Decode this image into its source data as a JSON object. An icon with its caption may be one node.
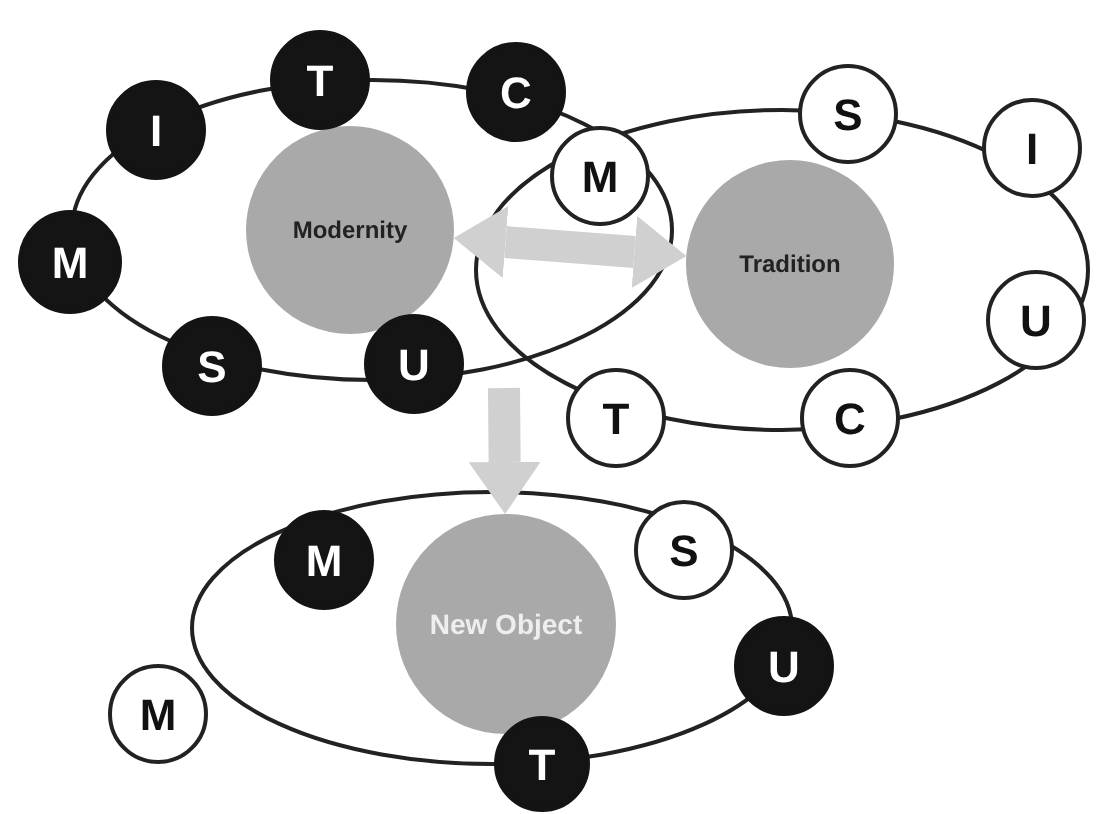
{
  "diagram": {
    "nodes": [
      {
        "text": [
          "Modernity"
        ]
      },
      {
        "text": [
          "Tradition"
        ]
      },
      {
        "text": [
          "New Object"
        ]
      },
      {
        "text": [
          "T"
        ]
      },
      {
        "text": [
          "C"
        ]
      },
      {
        "text": [
          "I"
        ]
      },
      {
        "text": [
          "S"
        ]
      },
      {
        "text": [
          "I"
        ]
      },
      {
        "text": [
          "M"
        ]
      },
      {
        "text": [
          "M"
        ]
      },
      {
        "text": [
          "U"
        ]
      },
      {
        "text": [
          "S"
        ]
      },
      {
        "text": [
          "U"
        ]
      },
      {
        "text": [
          "T"
        ]
      },
      {
        "text": [
          "C"
        ]
      },
      {
        "text": [
          "M"
        ]
      },
      {
        "text": [
          "S"
        ]
      },
      {
        "text": [
          "U"
        ]
      },
      {
        "text": [
          "M"
        ]
      },
      {
        "text": [
          "T"
        ]
      }
    ],
    "edges": [
      {
        "from": 0,
        "to": 1,
        "arrow": "both"
      },
      {
        "from": null,
        "to": 2,
        "arrow": "to"
      }
    ]
  }
}
